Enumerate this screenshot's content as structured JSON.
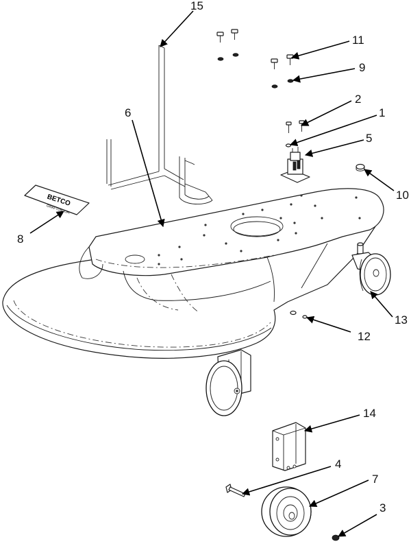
{
  "diagram": {
    "callouts": [
      {
        "id": "15",
        "label": "15"
      },
      {
        "id": "11",
        "label": "11"
      },
      {
        "id": "9",
        "label": "9"
      },
      {
        "id": "6",
        "label": "6"
      },
      {
        "id": "2",
        "label": "2"
      },
      {
        "id": "1",
        "label": "1"
      },
      {
        "id": "5",
        "label": "5"
      },
      {
        "id": "10",
        "label": "10"
      },
      {
        "id": "8",
        "label": "8"
      },
      {
        "id": "13",
        "label": "13"
      },
      {
        "id": "12",
        "label": "12"
      },
      {
        "id": "14",
        "label": "14"
      },
      {
        "id": "4",
        "label": "4"
      },
      {
        "id": "7",
        "label": "7"
      },
      {
        "id": "3",
        "label": "3"
      }
    ],
    "nameplate": {
      "brand": "BETCO",
      "subtext": "GRAFTON, OH."
    }
  }
}
